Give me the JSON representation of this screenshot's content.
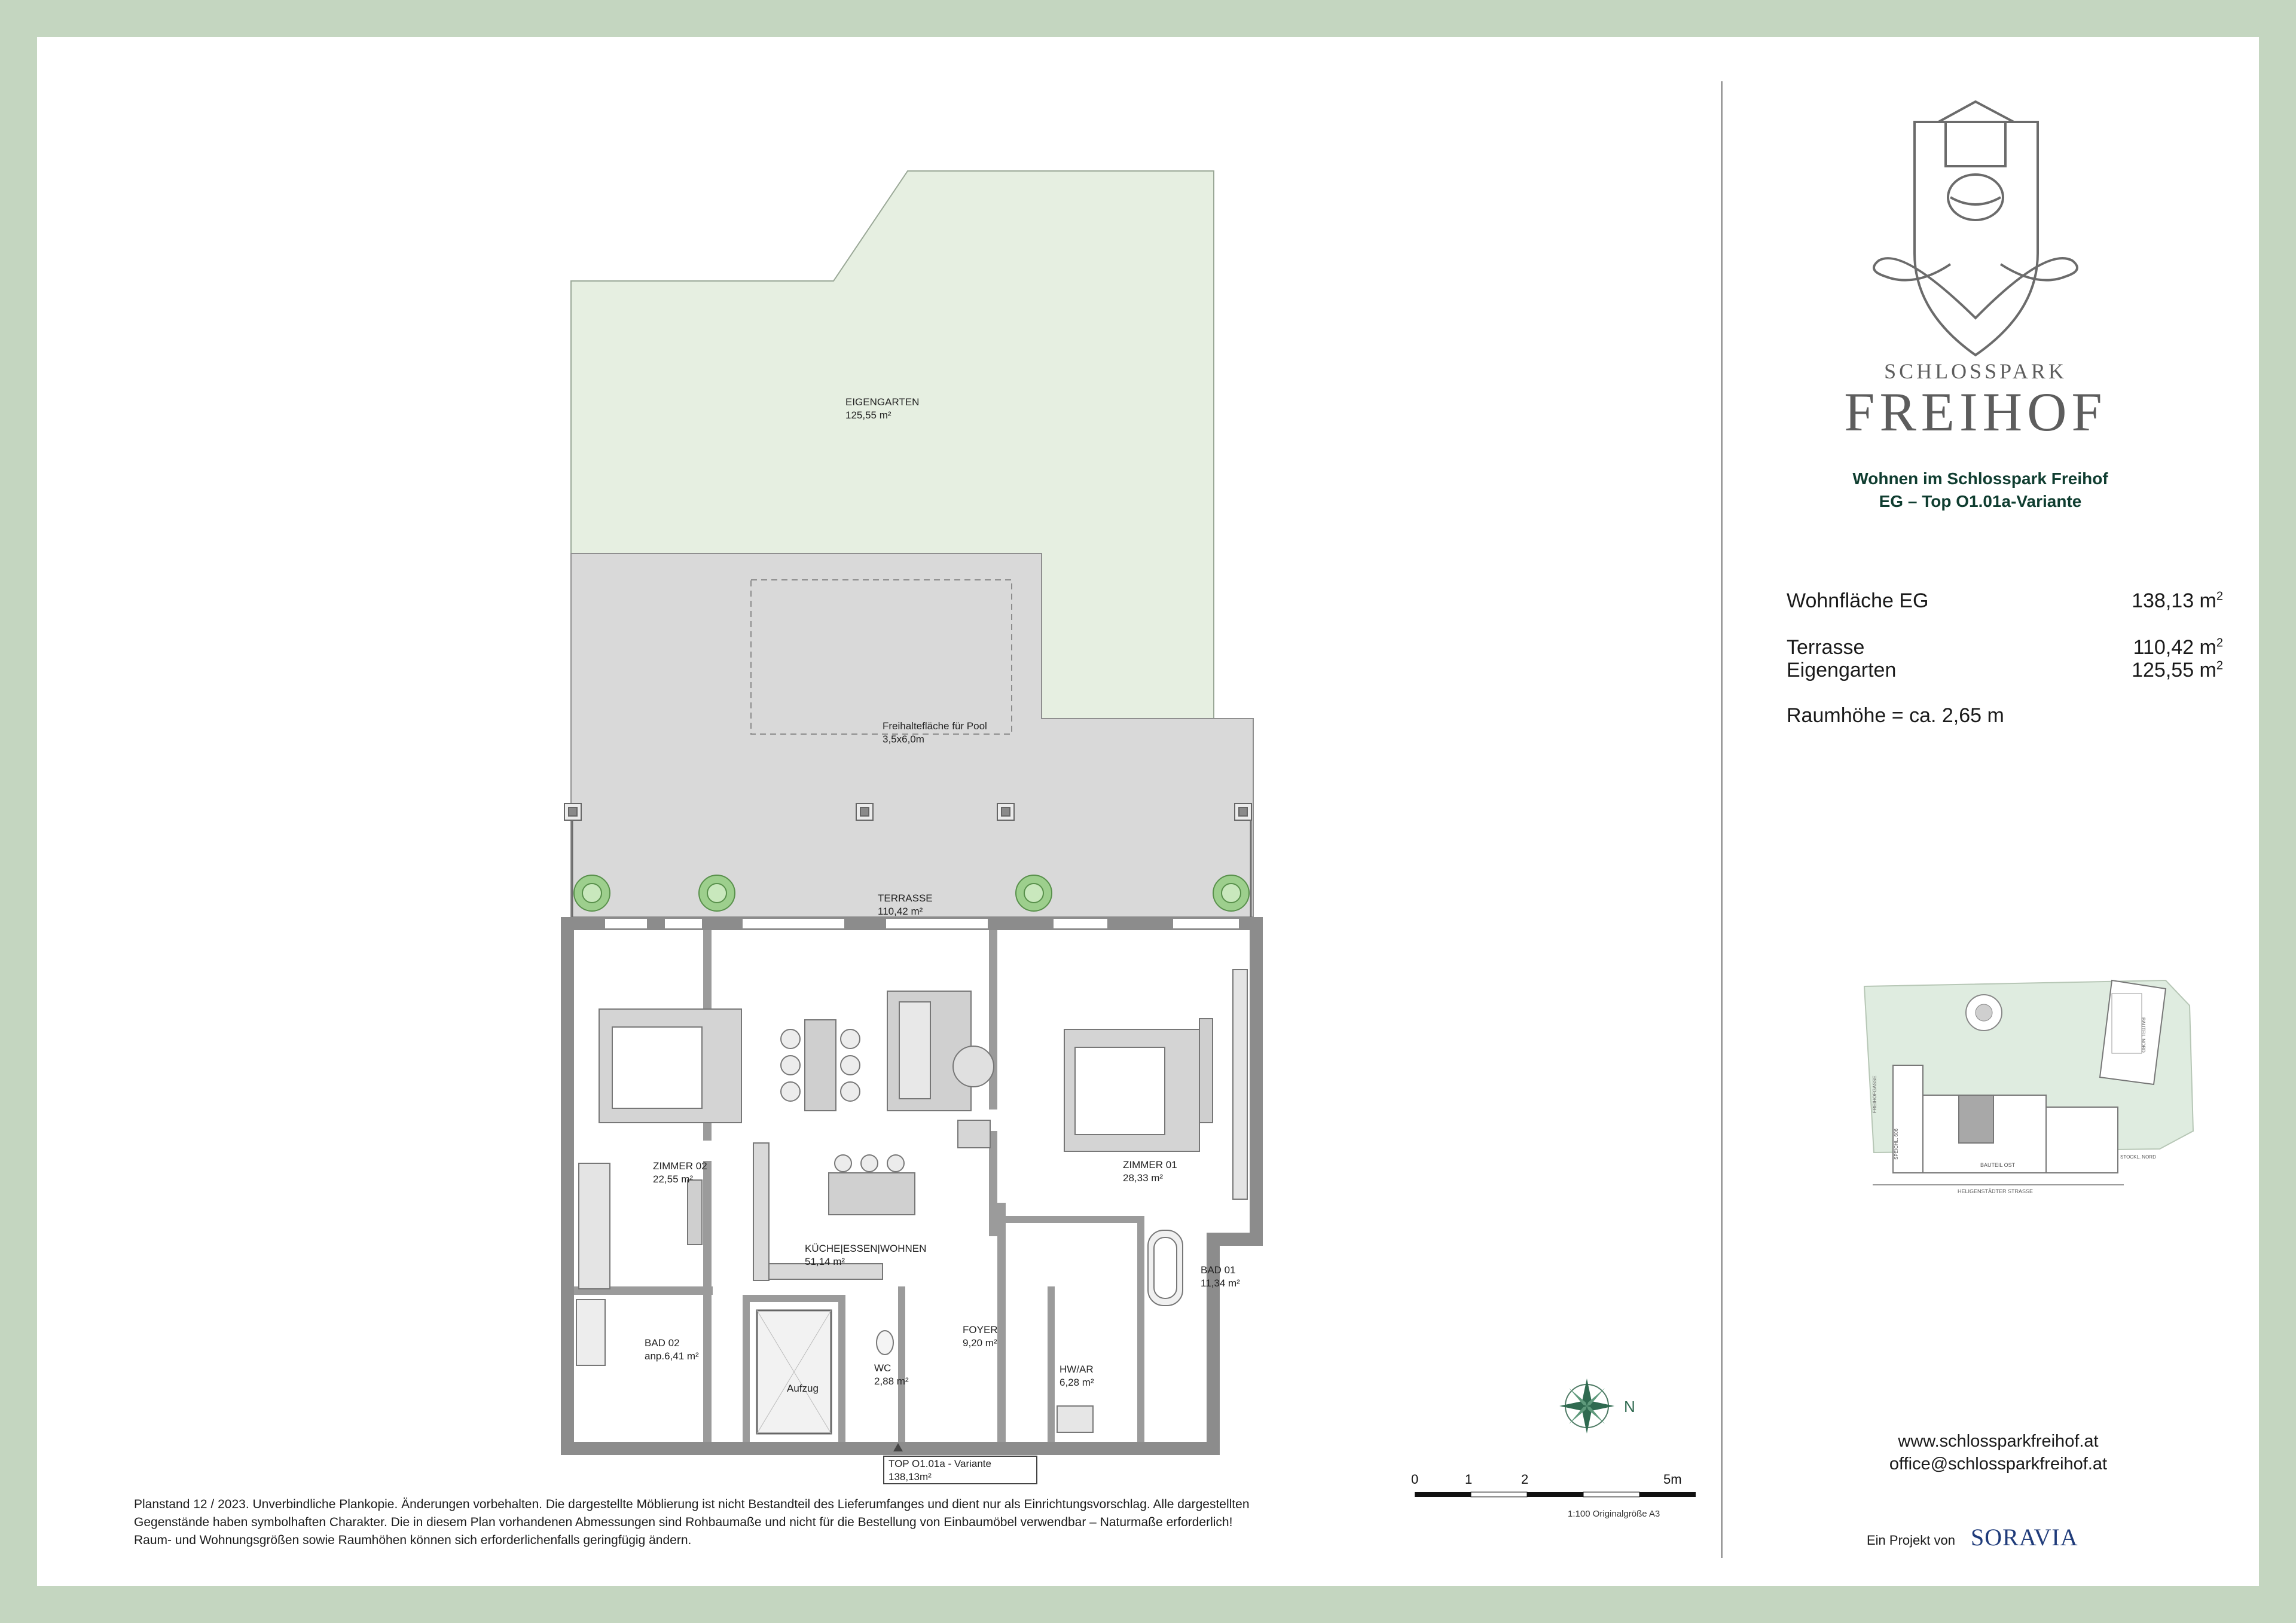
{
  "brand": {
    "small": "SCHLOSSPARK",
    "big": "FREIHOF"
  },
  "title": {
    "line1": "Wohnen im Schlosspark Freihof",
    "line2": "EG – Top O1.01a-Variante"
  },
  "areas": [
    {
      "label": "Wohnfläche EG",
      "value": "138,13 m",
      "sup": "2"
    },
    {
      "label": "Terrasse",
      "value": "110,42 m",
      "sup": "2"
    },
    {
      "label": "Eigengarten",
      "value": "125,55 m",
      "sup": "2"
    }
  ],
  "room_height": "Raumhöhe = ca. 2,65 m",
  "contact": {
    "web": "www.schlossparkfreihof.at",
    "email": "office@schlossparkfreihof.at"
  },
  "footer": {
    "ein_projekt": "Ein Projekt von",
    "company": "SORAVIA"
  },
  "disclaimer": {
    "line1": "Planstand 12 / 2023. Unverbindliche Plankopie. Änderungen vorbehalten. Die dargestellte Möblierung ist nicht Bestandteil des Lieferumfanges und dient nur als Einrichtungsvorschlag. Alle dargestellten",
    "line2": "Gegenstände haben symbolhaften Charakter. Die in diesem Plan vorhandenen Abmessungen sind Rohbaumaße und nicht für die Bestellung von Einbaumöbel verwendbar – Naturmaße erforderlich!",
    "line3": "Raum- und Wohnungsgrößen sowie Raumhöhen können sich erforderlichenfalls geringfügig ändern."
  },
  "scale_bar": {
    "ticks": [
      "0",
      "1",
      "2",
      "5m"
    ],
    "caption": "1:100 Originalgröße A3"
  },
  "compass": {
    "north_label": "N"
  },
  "rooms": {
    "garden": {
      "name": "EIGENGARTEN",
      "area": "125,55  m²"
    },
    "pool": {
      "name": "Freihaltefläche für Pool",
      "area": "3,5x6,0m"
    },
    "terrace": {
      "name": "TERRASSE",
      "area": "110,42 m²"
    },
    "zimmer02": {
      "name": "ZIMMER 02",
      "area": "22,55 m²"
    },
    "kueche": {
      "name": "KÜCHE|ESSEN|WOHNEN",
      "area": "51,14 m²"
    },
    "zimmer01": {
      "name": "ZIMMER 01",
      "area": "28,33 m²"
    },
    "bad01": {
      "name": "BAD 01",
      "area": "11,34 m²"
    },
    "bad02": {
      "name": "BAD 02",
      "area": "anp.6,41 m²"
    },
    "wc": {
      "name": "WC",
      "area": "2,88 m²"
    },
    "foyer": {
      "name": "FOYER",
      "area": "9,20 m²"
    },
    "hwar": {
      "name": "HW/AR",
      "area": "6,28 m²"
    },
    "aufzug": {
      "name": "Aufzug"
    },
    "unit": {
      "name": "TOP O1.01a - Variante",
      "area": "138,13m²"
    }
  },
  "site_plan": {
    "labels": [
      "BAUTEIL OST",
      "HELIGENSTÄDTER STRASSE",
      "FREIHOFGASSE",
      "SPEICHL. 606",
      "STOCKL. NORD",
      "BAUTEIL NORD"
    ]
  }
}
